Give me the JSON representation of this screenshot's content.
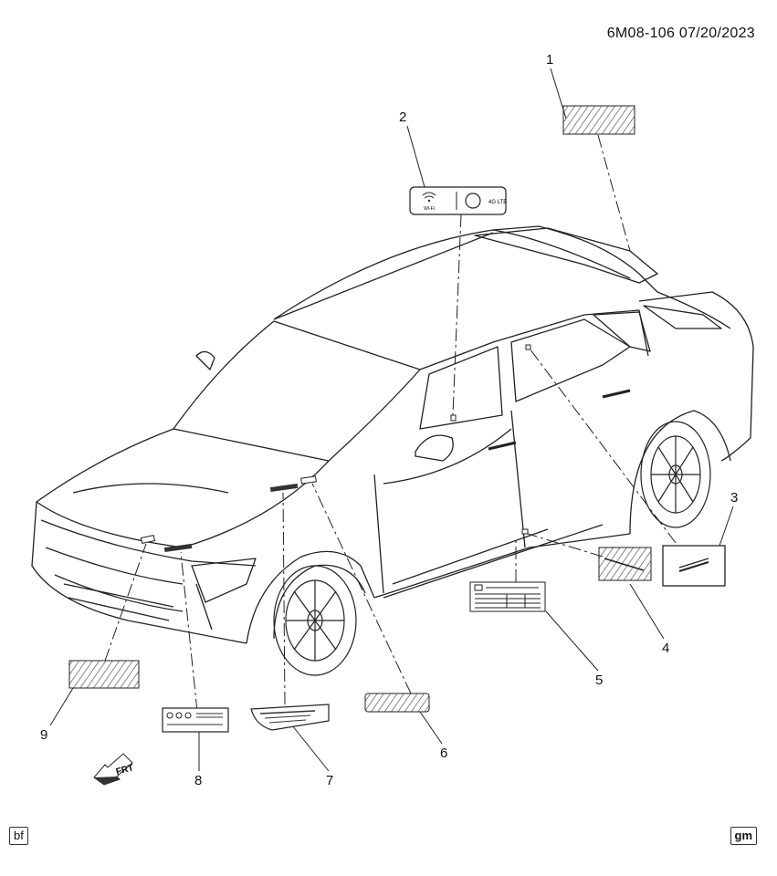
{
  "header": {
    "code": "6M08-106 07/20/2023"
  },
  "callouts": [
    {
      "id": "1",
      "label": "1"
    },
    {
      "id": "2",
      "label": "2"
    },
    {
      "id": "3",
      "label": "3"
    },
    {
      "id": "4",
      "label": "4"
    },
    {
      "id": "5",
      "label": "5"
    },
    {
      "id": "6",
      "label": "6"
    },
    {
      "id": "7",
      "label": "7"
    },
    {
      "id": "8",
      "label": "8"
    },
    {
      "id": "9",
      "label": "9"
    }
  ],
  "labels": {
    "wifi_text": "Wi-Fi",
    "onstar_text": "4G LTE"
  },
  "frt_arrow": {
    "text": "FRT"
  },
  "footer": {
    "left_tag": "bf",
    "right_tag": "gm"
  },
  "colors": {
    "ink": "#111111",
    "hatch": "#555555"
  }
}
